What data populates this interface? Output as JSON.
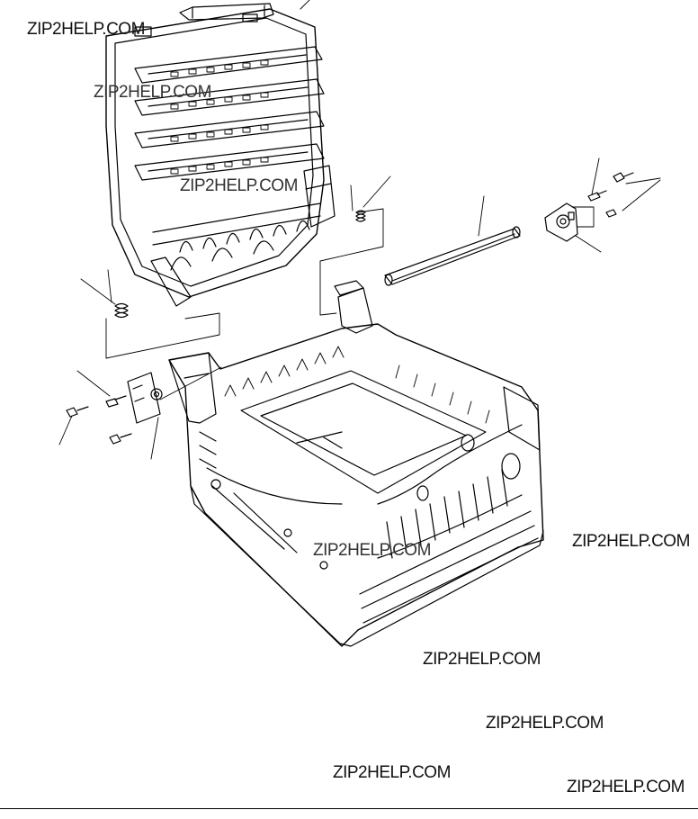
{
  "watermarks": [
    "ZIP2HELP.COM",
    "ZIP2HELP.COM",
    "ZIP2HELP.COM",
    "ZIP2HELP.COM",
    "ZIP2HELP.COM",
    "ZIP2HELP.COM",
    "ZIP2HELP.COM",
    "ZIP2HELP.COM",
    "ZIP2HELP.COM"
  ]
}
